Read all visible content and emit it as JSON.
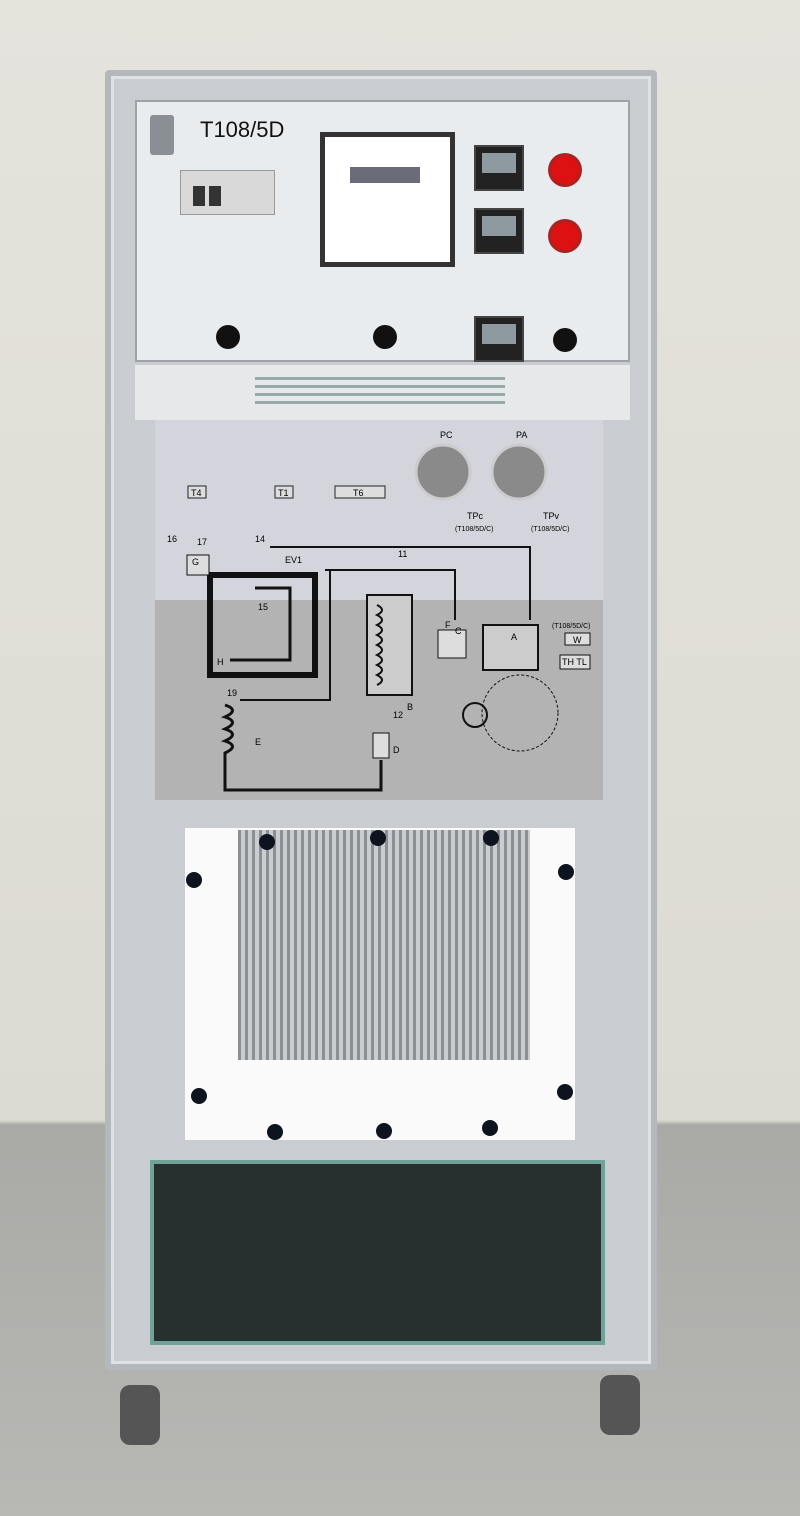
{
  "model_label": "T108/5D",
  "diagram": {
    "gauges": [
      "PC",
      "PA"
    ],
    "transducers": [
      {
        "label": "TPc",
        "note": "(T108/5D/C)"
      },
      {
        "label": "TPv",
        "note": "(T108/5D/C)"
      }
    ],
    "sensor_boxes": [
      "T4",
      "T1",
      "T6"
    ],
    "valve": "EV1",
    "points": [
      "11",
      "12",
      "14",
      "15",
      "16",
      "17",
      "19"
    ],
    "components": [
      "A",
      "B",
      "C",
      "D",
      "E",
      "F",
      "G",
      "H"
    ],
    "wattmeter": {
      "label": "W",
      "note": "(T108/5D/C)"
    },
    "pressure_switch": "TH TL"
  }
}
